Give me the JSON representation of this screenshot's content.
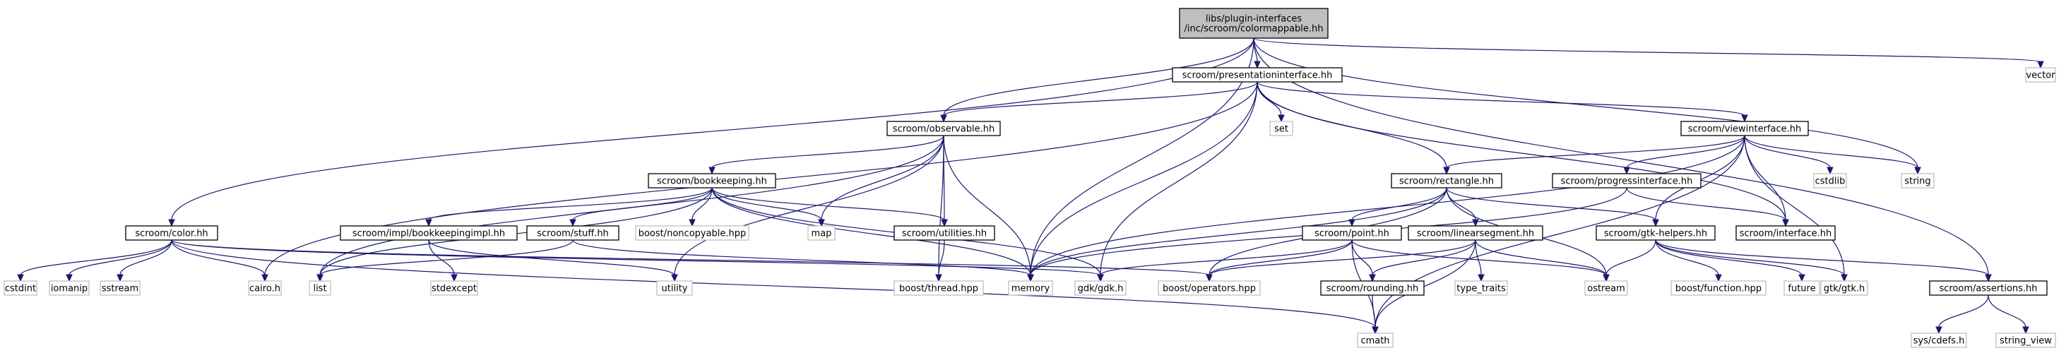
{
  "nodes": [
    {
      "id": "root",
      "label": [
        "libs/plugin-interfaces",
        "/inc/scroom/colormappable.hh"
      ],
      "kind": "root"
    },
    {
      "id": "presentationinterface",
      "label": [
        "scroom/presentationinterface.hh"
      ],
      "kind": "local"
    },
    {
      "id": "vector",
      "label": [
        "vector"
      ],
      "kind": "system"
    },
    {
      "id": "observable",
      "label": [
        "scroom/observable.hh"
      ],
      "kind": "local"
    },
    {
      "id": "set",
      "label": [
        "set"
      ],
      "kind": "system"
    },
    {
      "id": "viewinterface",
      "label": [
        "scroom/viewinterface.hh"
      ],
      "kind": "local"
    },
    {
      "id": "bookkeeping",
      "label": [
        "scroom/bookkeeping.hh"
      ],
      "kind": "local"
    },
    {
      "id": "rectangle",
      "label": [
        "scroom/rectangle.hh"
      ],
      "kind": "local"
    },
    {
      "id": "progressinterface",
      "label": [
        "scroom/progressinterface.hh"
      ],
      "kind": "local"
    },
    {
      "id": "cstdlib",
      "label": [
        "cstdlib"
      ],
      "kind": "system"
    },
    {
      "id": "string",
      "label": [
        "string"
      ],
      "kind": "system"
    },
    {
      "id": "color",
      "label": [
        "scroom/color.hh"
      ],
      "kind": "local"
    },
    {
      "id": "bookkeepingimpl",
      "label": [
        "scroom/impl/bookkeepingimpl.hh"
      ],
      "kind": "local"
    },
    {
      "id": "stuff",
      "label": [
        "scroom/stuff.hh"
      ],
      "kind": "local"
    },
    {
      "id": "noncopyable",
      "label": [
        "boost/noncopyable.hpp"
      ],
      "kind": "system"
    },
    {
      "id": "map",
      "label": [
        "map"
      ],
      "kind": "system"
    },
    {
      "id": "utilities",
      "label": [
        "scroom/utilities.hh"
      ],
      "kind": "local"
    },
    {
      "id": "point",
      "label": [
        "scroom/point.hh"
      ],
      "kind": "local"
    },
    {
      "id": "linearsegment",
      "label": [
        "scroom/linearsegment.hh"
      ],
      "kind": "local"
    },
    {
      "id": "gtkhelpers",
      "label": [
        "scroom/gtk-helpers.hh"
      ],
      "kind": "local"
    },
    {
      "id": "interface",
      "label": [
        "scroom/interface.hh"
      ],
      "kind": "local"
    },
    {
      "id": "cstdint",
      "label": [
        "cstdint"
      ],
      "kind": "system"
    },
    {
      "id": "iomanip",
      "label": [
        "iomanip"
      ],
      "kind": "system"
    },
    {
      "id": "sstream",
      "label": [
        "sstream"
      ],
      "kind": "system"
    },
    {
      "id": "cairo",
      "label": [
        "cairo.h"
      ],
      "kind": "system"
    },
    {
      "id": "list",
      "label": [
        "list"
      ],
      "kind": "system"
    },
    {
      "id": "stdexcept",
      "label": [
        "stdexcept"
      ],
      "kind": "system"
    },
    {
      "id": "utility",
      "label": [
        "utility"
      ],
      "kind": "system"
    },
    {
      "id": "boostthread",
      "label": [
        "boost/thread.hpp"
      ],
      "kind": "system"
    },
    {
      "id": "memory",
      "label": [
        "memory"
      ],
      "kind": "system"
    },
    {
      "id": "gdk",
      "label": [
        "gdk/gdk.h"
      ],
      "kind": "system"
    },
    {
      "id": "boostoperators",
      "label": [
        "boost/operators.hpp"
      ],
      "kind": "system"
    },
    {
      "id": "rounding",
      "label": [
        "scroom/rounding.hh"
      ],
      "kind": "local"
    },
    {
      "id": "typetraits",
      "label": [
        "type_traits"
      ],
      "kind": "system"
    },
    {
      "id": "ostream",
      "label": [
        "ostream"
      ],
      "kind": "system"
    },
    {
      "id": "boostfunction",
      "label": [
        "boost/function.hpp"
      ],
      "kind": "system"
    },
    {
      "id": "future",
      "label": [
        "future"
      ],
      "kind": "system"
    },
    {
      "id": "gtk",
      "label": [
        "gtk/gtk.h"
      ],
      "kind": "system"
    },
    {
      "id": "assertions",
      "label": [
        "scroom/assertions.hh"
      ],
      "kind": "local"
    },
    {
      "id": "cmath",
      "label": [
        "cmath"
      ],
      "kind": "system"
    },
    {
      "id": "cdefs",
      "label": [
        "sys/cdefs.h"
      ],
      "kind": "system"
    },
    {
      "id": "stringview",
      "label": [
        "string_view"
      ],
      "kind": "system"
    }
  ],
  "edges": [
    [
      "root",
      "presentationinterface"
    ],
    [
      "root",
      "vector"
    ],
    [
      "root",
      "observable"
    ],
    [
      "root",
      "string"
    ],
    [
      "root",
      "color"
    ],
    [
      "root",
      "memory"
    ],
    [
      "root",
      "assertions"
    ],
    [
      "presentationinterface",
      "observable"
    ],
    [
      "presentationinterface",
      "set"
    ],
    [
      "presentationinterface",
      "viewinterface"
    ],
    [
      "presentationinterface",
      "rectangle"
    ],
    [
      "presentationinterface",
      "cairo"
    ],
    [
      "presentationinterface",
      "memory"
    ],
    [
      "presentationinterface",
      "gdk"
    ],
    [
      "presentationinterface",
      "interface"
    ],
    [
      "observable",
      "bookkeeping"
    ],
    [
      "observable",
      "utilities"
    ],
    [
      "observable",
      "list"
    ],
    [
      "observable",
      "map"
    ],
    [
      "observable",
      "utility"
    ],
    [
      "observable",
      "boostthread"
    ],
    [
      "observable",
      "memory"
    ],
    [
      "viewinterface",
      "rectangle"
    ],
    [
      "viewinterface",
      "progressinterface"
    ],
    [
      "viewinterface",
      "cstdlib"
    ],
    [
      "viewinterface",
      "string"
    ],
    [
      "viewinterface",
      "gtkhelpers"
    ],
    [
      "viewinterface",
      "interface"
    ],
    [
      "viewinterface",
      "gtk"
    ],
    [
      "viewinterface",
      "cmath"
    ],
    [
      "viewinterface",
      "memory"
    ],
    [
      "bookkeeping",
      "bookkeepingimpl"
    ],
    [
      "bookkeeping",
      "stuff"
    ],
    [
      "bookkeeping",
      "noncopyable"
    ],
    [
      "bookkeeping",
      "map"
    ],
    [
      "bookkeeping",
      "utilities"
    ],
    [
      "bookkeeping",
      "list"
    ],
    [
      "bookkeeping",
      "memory"
    ],
    [
      "bookkeeping",
      "gdk"
    ],
    [
      "rectangle",
      "point"
    ],
    [
      "rectangle",
      "linearsegment"
    ],
    [
      "rectangle",
      "gtkhelpers"
    ],
    [
      "rectangle",
      "boostoperators"
    ],
    [
      "rectangle",
      "ostream"
    ],
    [
      "rectangle",
      "memory"
    ],
    [
      "progressinterface",
      "interface"
    ],
    [
      "progressinterface",
      "memory"
    ],
    [
      "color",
      "cstdint"
    ],
    [
      "color",
      "iomanip"
    ],
    [
      "color",
      "sstream"
    ],
    [
      "color",
      "cairo"
    ],
    [
      "color",
      "cmath"
    ],
    [
      "color",
      "boostoperators"
    ],
    [
      "color",
      "gdk"
    ],
    [
      "bookkeepingimpl",
      "utility"
    ],
    [
      "bookkeepingimpl",
      "stdexcept"
    ],
    [
      "stuff",
      "list"
    ],
    [
      "stuff",
      "memory"
    ],
    [
      "utilities",
      "boostthread"
    ],
    [
      "point",
      "rounding"
    ],
    [
      "point",
      "ostream"
    ],
    [
      "point",
      "cmath"
    ],
    [
      "point",
      "boostoperators"
    ],
    [
      "point",
      "gdk"
    ],
    [
      "linearsegment",
      "rounding"
    ],
    [
      "linearsegment",
      "typetraits"
    ],
    [
      "linearsegment",
      "ostream"
    ],
    [
      "linearsegment",
      "cmath"
    ],
    [
      "linearsegment",
      "boostoperators"
    ],
    [
      "gtkhelpers",
      "boostfunction"
    ],
    [
      "gtkhelpers",
      "future"
    ],
    [
      "gtkhelpers",
      "gtk"
    ],
    [
      "gtkhelpers",
      "assertions"
    ],
    [
      "gtkhelpers",
      "ostream"
    ],
    [
      "rounding",
      "cmath"
    ],
    [
      "assertions",
      "cdefs"
    ],
    [
      "assertions",
      "stringview"
    ]
  ]
}
